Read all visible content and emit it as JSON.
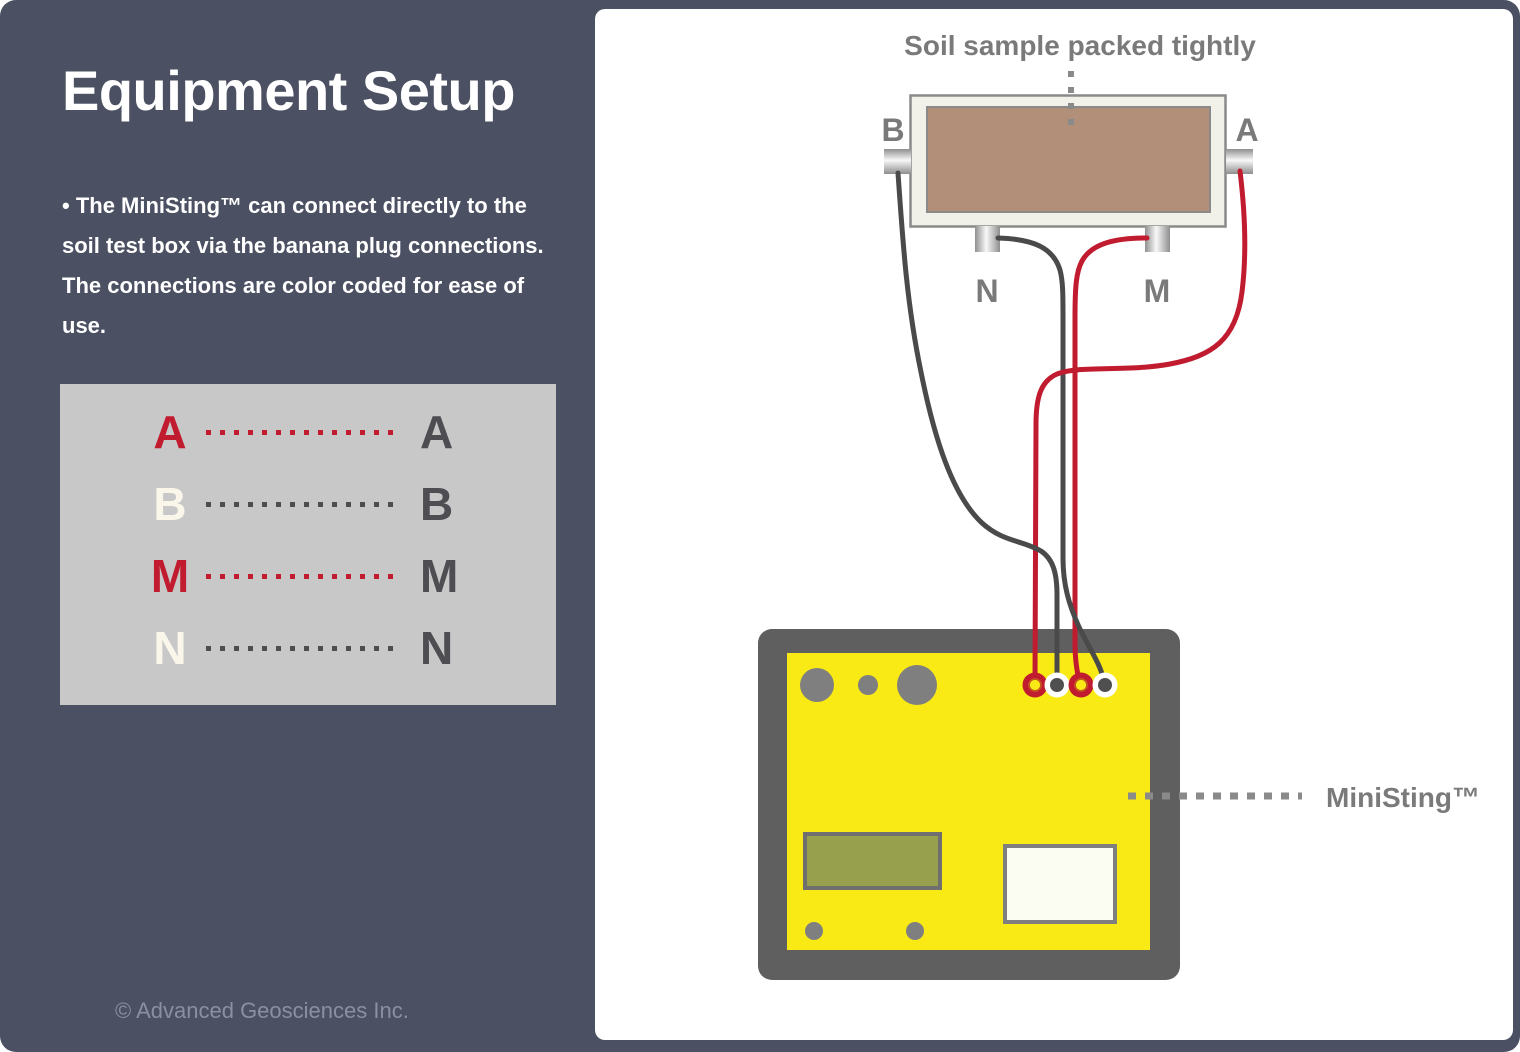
{
  "left_panel": {
    "title": "Equipment Setup",
    "intro": "• The MiniSting™ can connect directly to the soil test box via the banana plug connections. The connections are color coded for ease of use.",
    "legend": {
      "rows": [
        {
          "device_label": "A",
          "box_label": "A",
          "color": "red"
        },
        {
          "device_label": "B",
          "box_label": "B",
          "color": "cream"
        },
        {
          "device_label": "M",
          "box_label": "M",
          "color": "red"
        },
        {
          "device_label": "N",
          "box_label": "N",
          "color": "cream"
        }
      ]
    },
    "footer": "© Advanced Geosciences Inc."
  },
  "diagram": {
    "caption": "Soil sample packed tightly",
    "device_label": "MiniSting™",
    "terminals": {
      "left": "B",
      "right": "A",
      "bottom_left": "N",
      "bottom_right": "M"
    }
  },
  "colors": {
    "slate_background": "#4B5062",
    "accent_red": "#C01B2E",
    "cream_letter": "#FAF7EA",
    "legend_background": "#C8C8C8",
    "dark_letter": "#4D4D52",
    "soil_brown": "#B28F78",
    "box_cream": "#F1F0E9",
    "device_yellow": "#F9EA15",
    "device_frame_gray": "#5F5F5F",
    "label_gray": "#7A7A7A",
    "wire_dark": "#4A4A4A"
  }
}
